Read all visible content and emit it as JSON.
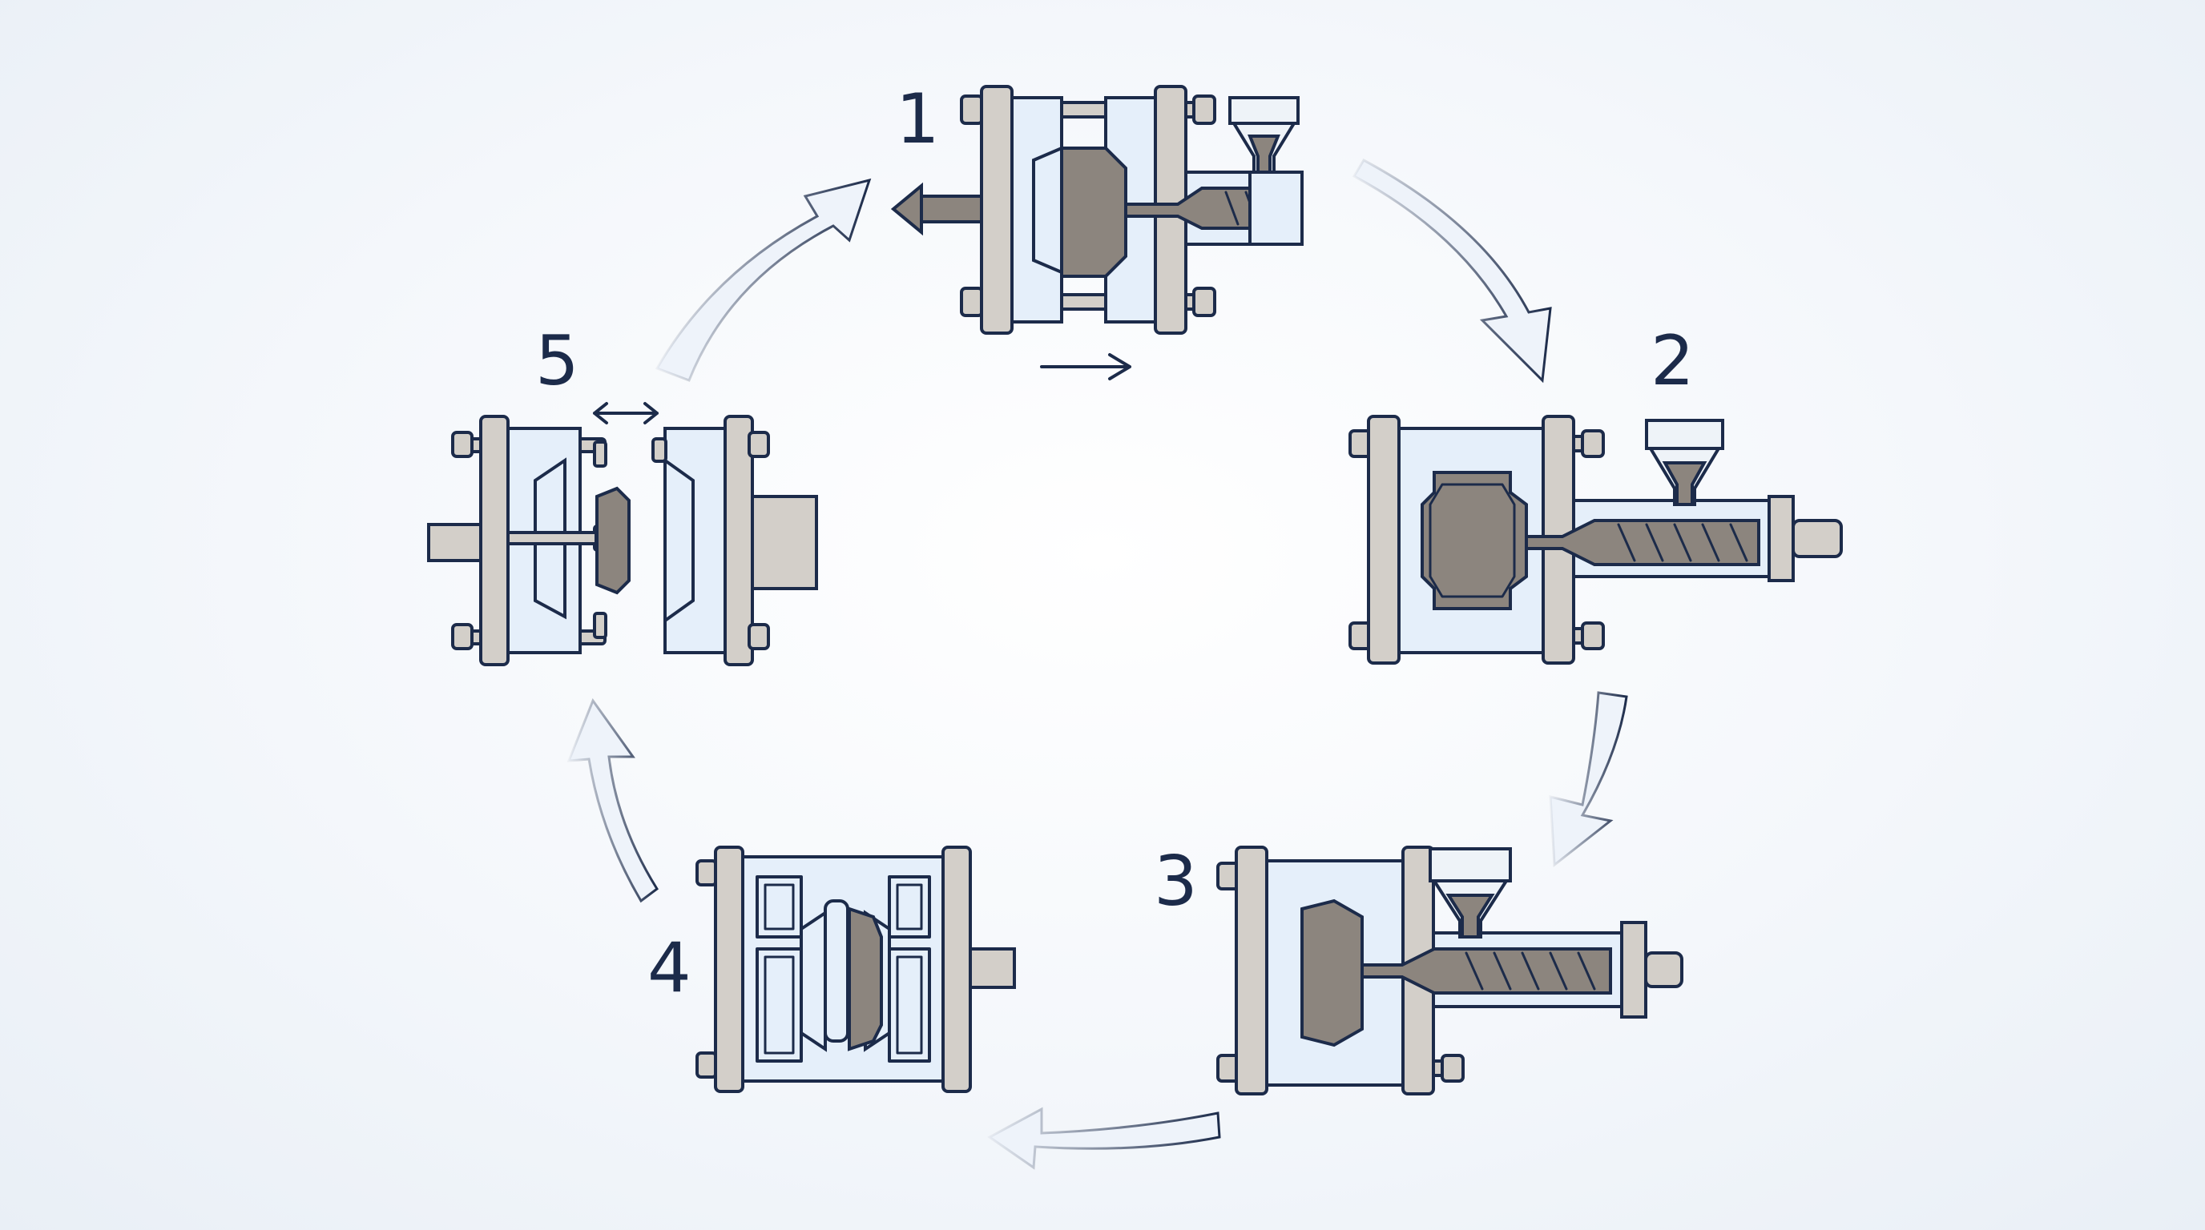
{
  "diagram": {
    "steps": [
      {
        "number": "1"
      },
      {
        "number": "2"
      },
      {
        "number": "3"
      },
      {
        "number": "4"
      },
      {
        "number": "5"
      }
    ]
  },
  "colors": {
    "outline": "#1c2b4a",
    "plate": "#d3cfc9",
    "mold": "#e5effa",
    "melt": "#8c857e",
    "arrow_fill": "#eef3fa",
    "background": "#f4f7fb"
  },
  "icons": [
    "cycle-arrow-icon",
    "direction-arrow-icon",
    "double-arrow-icon"
  ]
}
